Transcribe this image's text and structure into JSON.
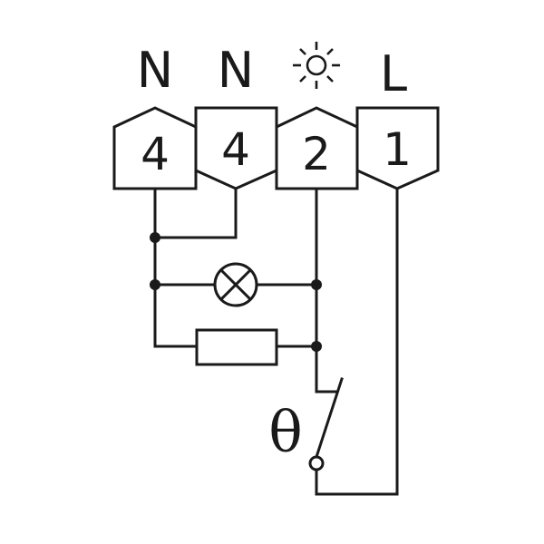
{
  "terminals": [
    {
      "top_label": "N",
      "number": "4"
    },
    {
      "top_label": "N",
      "number": "4"
    },
    {
      "top_label": "",
      "number": "2",
      "top_icon": "sun-icon"
    },
    {
      "top_label": "L",
      "number": "1"
    }
  ],
  "thermostat_symbol": "θ",
  "components": {
    "lamp": "lamp-icon",
    "resistor": "resistor-symbol",
    "switch": "thermostat-switch"
  },
  "colors": {
    "line": "#1a1a1a",
    "background": "#ffffff"
  }
}
